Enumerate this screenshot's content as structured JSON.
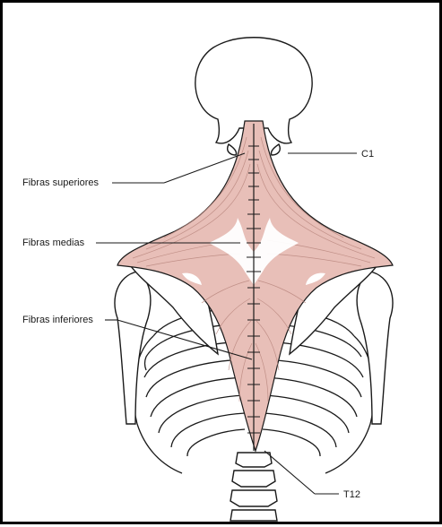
{
  "labels": {
    "c1": "C1",
    "superior_fibers": "Fibras superiores",
    "middle_fibers": "Fibras medias",
    "inferior_fibers": "Fibras inferiores",
    "t12": "T12"
  },
  "colors": {
    "muscle": "#e8bfb8",
    "muscle_fiber": "#b9867e",
    "tendon": "#ffffff",
    "outline": "#1a1a1a",
    "border": "#000000"
  }
}
